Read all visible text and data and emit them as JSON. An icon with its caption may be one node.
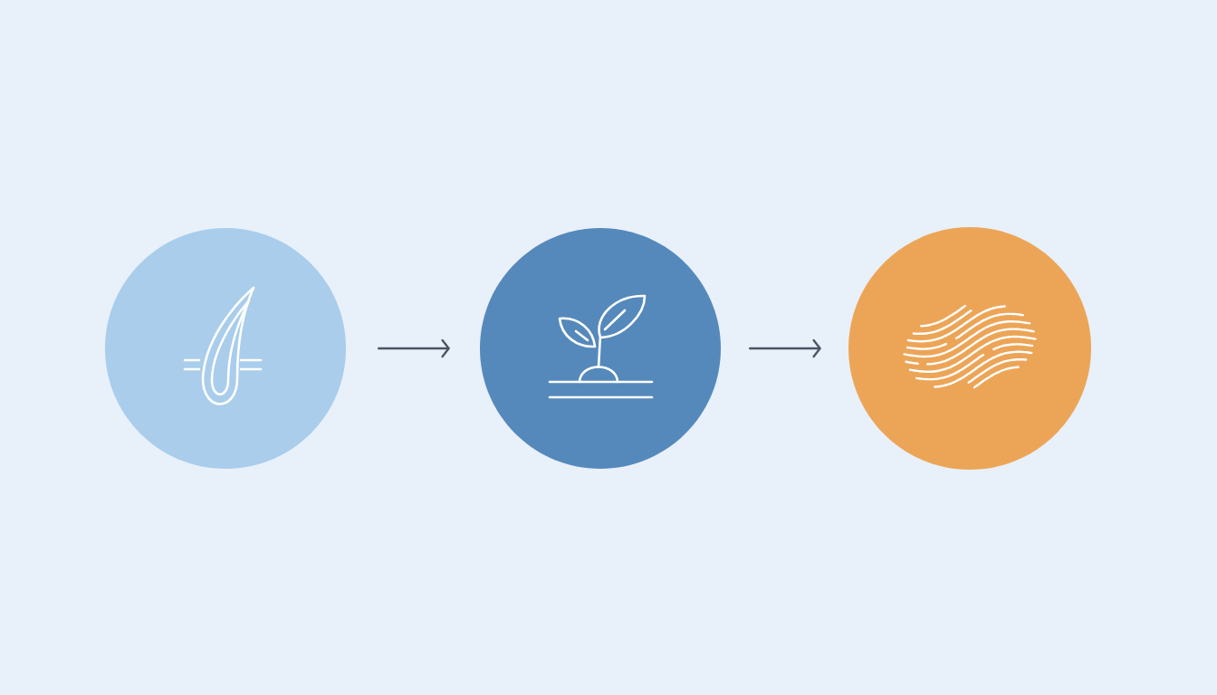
{
  "diagram": {
    "nodes": [
      {
        "text": [],
        "shape": "circle"
      },
      {
        "text": [],
        "shape": "circle"
      },
      {
        "text": [],
        "shape": "circle"
      }
    ],
    "edges": [
      {
        "from": 0,
        "to": 1,
        "arrow": "to"
      },
      {
        "from": 1,
        "to": 2,
        "arrow": "to"
      }
    ]
  }
}
